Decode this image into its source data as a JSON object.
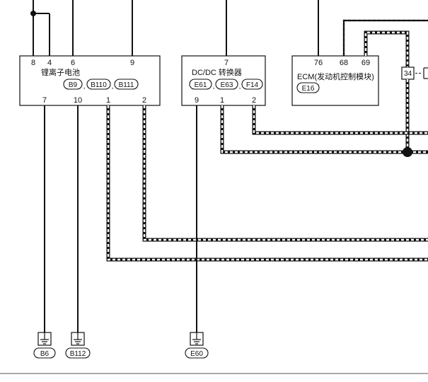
{
  "components": {
    "battery": {
      "name": "锂离子电池",
      "connectors": [
        "B9",
        "B110",
        "B111"
      ],
      "top_pins": [
        "8",
        "4",
        "6",
        "9"
      ],
      "bottom_pins": [
        "7",
        "10",
        "1",
        "2"
      ]
    },
    "dcdc": {
      "name": "DC/DC 转换器",
      "connectors": [
        "E61",
        "E63",
        "F14"
      ],
      "top_pins": [
        "7"
      ],
      "bottom_pins": [
        "9",
        "1",
        "2"
      ]
    },
    "ecm": {
      "name": "ECM(发动机控制模块)",
      "connectors": [
        "E16"
      ],
      "top_pins": [
        "76",
        "68",
        "69"
      ]
    }
  },
  "separator": ",",
  "connector_34": "34",
  "grounds": [
    "B6",
    "B112",
    "E60"
  ],
  "colors": {
    "line": "#111111",
    "background": "#ffffff"
  }
}
